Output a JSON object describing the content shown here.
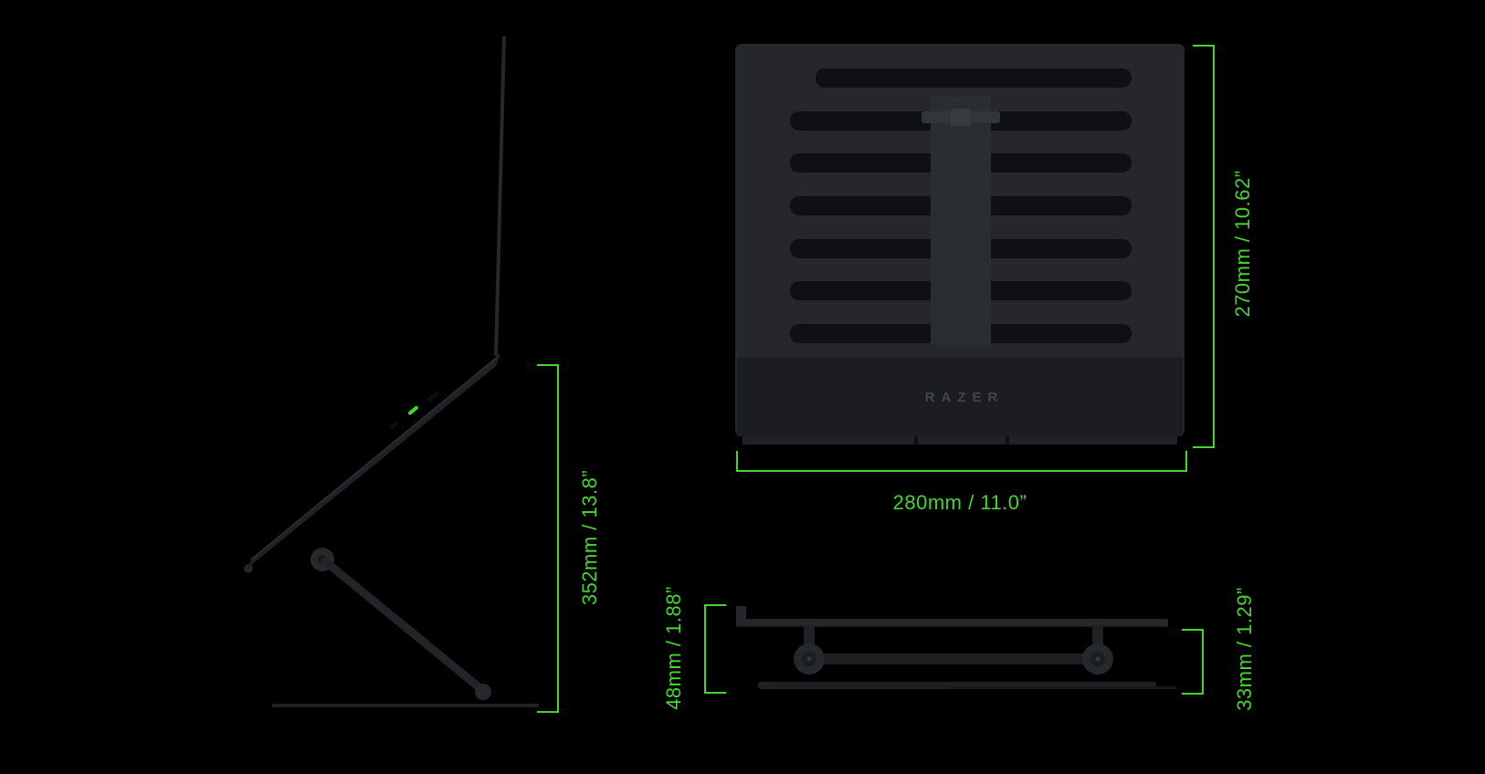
{
  "page": {
    "background": "#000000",
    "accent": "#44d62c"
  },
  "views": {
    "side": {
      "height_label": "352mm / 13.8”"
    },
    "top": {
      "brand": "RAZER",
      "depth_label": "270mm / 10.62”",
      "width_label": "280mm / 11.0”"
    },
    "folded": {
      "front_height_label": "48mm / 1.88”",
      "rear_height_label": "33mm / 1.29”"
    }
  }
}
